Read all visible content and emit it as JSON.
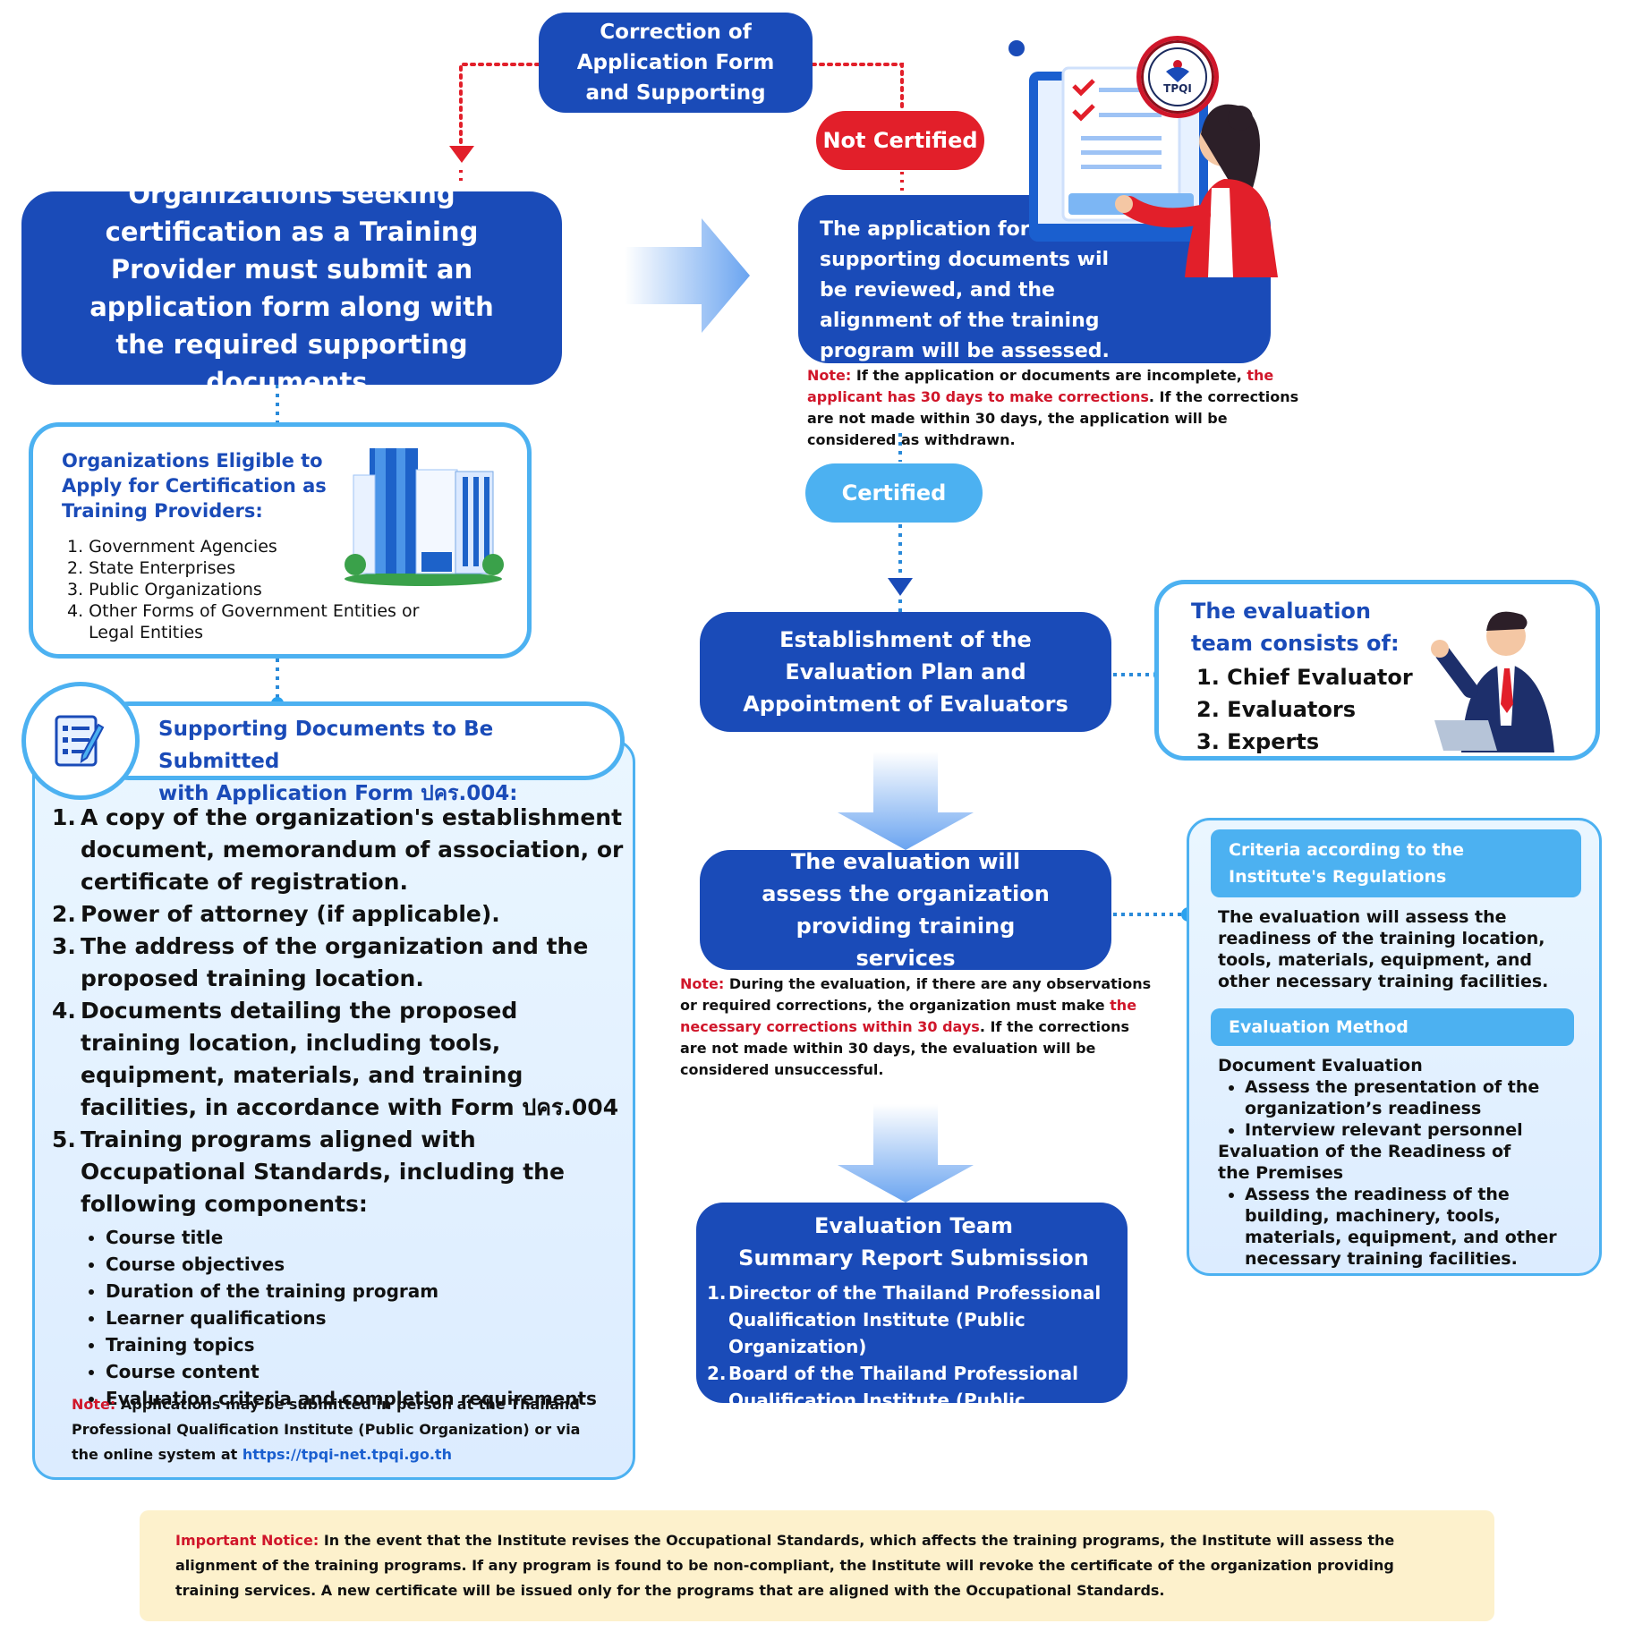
{
  "review_box": {
    "text": "Review and Correction of Application Form and Supporting Documents"
  },
  "not_certified": "Not Certified",
  "certified": "Certified",
  "main_box": {
    "text": "Organizations seeking certification as a Training Provider must submit an application form along with the required supporting documents."
  },
  "review_step": {
    "text": "The application form and supporting documents will be reviewed, and the alignment of the training program will be assessed."
  },
  "review_note": {
    "label": "Note:",
    "part1": "If the application or documents are incomplete,",
    "highlight": "the applicant has 30 days to make corrections",
    "part2": ". If the corrections are not made within 30 days, the application will be considered as withdrawn."
  },
  "eligible": {
    "title": "Organizations Eligible to Apply for Certification as Training Providers:",
    "items": [
      "1. Government Agencies",
      "2. State Enterprises",
      "3. Public Organizations",
      "4. Other Forms of Government Entities or"
    ],
    "item4_cont": "Legal Entities"
  },
  "supporting": {
    "title_line1": "Supporting Documents to Be Submitted",
    "title_line2": "with Application Form ปคร.004:",
    "items": [
      {
        "num": "1.",
        "text": "A copy of the organization's establishment document, memorandum of association, or certificate of registration."
      },
      {
        "num": "2.",
        "text": "Power of attorney (if applicable)."
      },
      {
        "num": "3.",
        "text": "The address of the organization and the proposed training location."
      },
      {
        "num": "4.",
        "text": "Documents detailing the proposed training location, including tools, equipment, materials, and training facilities, in accordance with Form ปคร.004"
      },
      {
        "num": "5.",
        "text": "Training programs aligned with Occupational Standards, including the following components:"
      }
    ],
    "components": [
      "Course title",
      "Course objectives",
      "Duration of the training program",
      "Learner qualifications",
      "Training topics",
      "Course content",
      "Evaluation criteria and completion requirements"
    ],
    "note_label": "Note:",
    "note_text": "Applications may be submitted in person at the Thailand Professional Qualification Institute (Public Organization) or via the online system at",
    "note_link": "https://tpqi-net.tpqi.go.th"
  },
  "establishment": {
    "text": "Establishment of the Evaluation Plan and Appointment of Evaluators"
  },
  "team": {
    "title": "The evaluation team consists of:",
    "members": [
      "1. Chief Evaluator",
      "2. Evaluators",
      "3. Experts"
    ]
  },
  "assess": {
    "text": "The evaluation will assess the organization providing training services"
  },
  "assess_note": {
    "label": "Note:",
    "part1": "During the evaluation, if there are any observations or required corrections, the organization must make",
    "highlight": "the necessary corrections within 30 days",
    "part2": ". If the corrections are not made within 30 days, the evaluation will be considered unsuccessful."
  },
  "criteria": {
    "header": "Criteria according to the Institute's Regulations",
    "text": "The evaluation will assess the readiness of the training location, tools, materials, equipment, and other necessary training facilities.",
    "method_header": "Evaluation Method",
    "doc_eval": "Document Evaluation",
    "doc_items": [
      "Assess the presentation of the organization’s readiness",
      "Interview relevant personnel"
    ],
    "premises": "Evaluation of the Readiness of the Premises",
    "premises_items": [
      "Assess the readiness of the building, machinery, tools, materials, equipment, and other necessary training facilities."
    ]
  },
  "summary": {
    "title_line1": "Evaluation Team",
    "title_line2": "Summary Report Submission",
    "items": [
      {
        "num": "1.",
        "text": "Director of the Thailand Professional Qualification Institute (Public Organization)"
      },
      {
        "num": "2.",
        "text": "Board of the Thailand Professional Qualification Institute (Public Organization)"
      }
    ]
  },
  "logo_text": "TPQI",
  "important": {
    "label": "Important Notice:",
    "text": "In the event that the Institute revises the Occupational Standards, which affects the training programs, the Institute will assess the alignment of the training programs. If any program is found to be non-compliant, the Institute will revoke the certificate of the organization providing training services. A new certificate will be issued only for the programs that are aligned with the Occupational Standards."
  },
  "colors": {
    "primary": "#1a4bb8",
    "light": "#4cb1f1",
    "red": "#e21f2a",
    "notice_bg": "#fdf1cc"
  }
}
